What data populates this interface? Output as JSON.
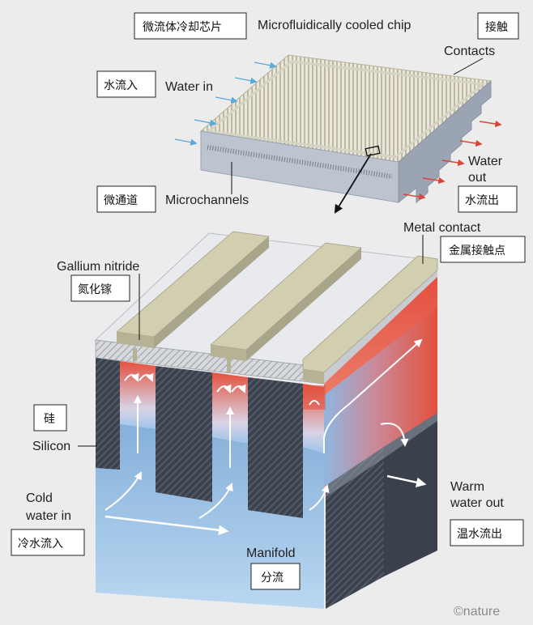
{
  "top_title": "Microfluidically cooled chip",
  "labels": {
    "contacts": "Contacts",
    "water_in": "Water in",
    "water_out_1": "Water",
    "water_out_2": "out",
    "microchannels": "Microchannels",
    "metal_contact": "Metal contact",
    "gallium_nitride": "Gallium nitride",
    "silicon": "Silicon",
    "cold_water_1": "Cold",
    "cold_water_2": "water in",
    "warm_water_1": "Warm",
    "warm_water_2": "water out",
    "manifold": "Manifold"
  },
  "cn_boxes": {
    "chip": "微流体冷却芯片",
    "contacts": "接触",
    "water_in": "水流入",
    "microchannels": "微通道",
    "water_out": "水流出",
    "metal_contact": "金属接触点",
    "gallium_nitride": "氮化镓",
    "silicon": "硅",
    "cold_water": "冷水流入",
    "warm_water": "温水流出",
    "manifold": "分流"
  },
  "credit": "©nature",
  "colors": {
    "background": "#ececec",
    "chip_top": "#e8e6dc",
    "channel_stripe": "#bdb89e",
    "metal": "#c9c6a6",
    "silicon": "#3c4350",
    "cold": "#7fb2e0",
    "hot": "#e4503c",
    "arrow_in": "#5aa9dc",
    "arrow_out": "#d8453a"
  }
}
